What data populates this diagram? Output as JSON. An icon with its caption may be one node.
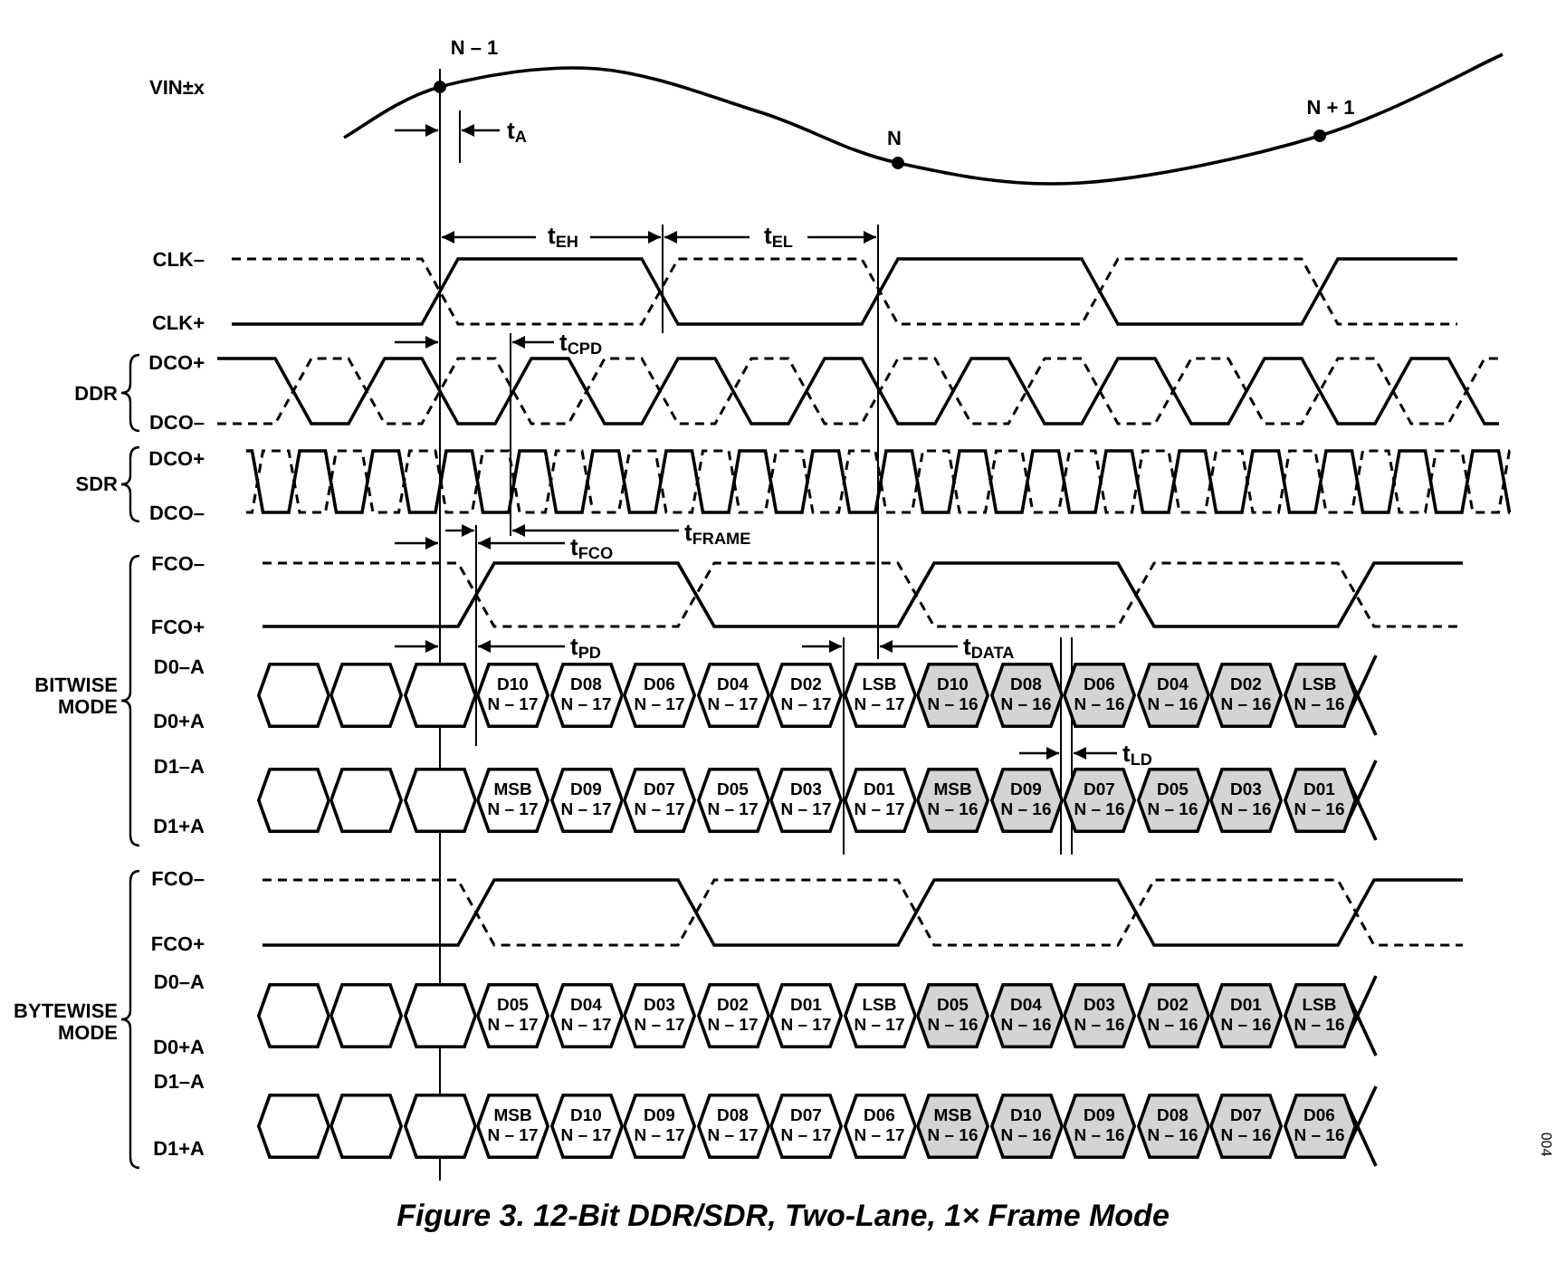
{
  "diagram": {
    "caption": "Figure 3. 12-Bit DDR/SDR, Two-Lane, 1× Frame Mode",
    "nodes": [
      {
        "text": [],
        "shape": "hexagon"
      },
      {
        "text": [],
        "shape": "hexagon"
      },
      {
        "text": [],
        "shape": "hexagon"
      },
      {
        "text": [
          "D10",
          "N – 17"
        ]
      },
      {
        "text": [
          "D08",
          "N – 17"
        ]
      },
      {
        "text": [
          "D06",
          "N – 17"
        ]
      },
      {
        "text": [
          "D04",
          "N – 17"
        ]
      },
      {
        "text": [
          "D02",
          "N – 17"
        ]
      },
      {
        "text": [
          "LSB",
          "N – 17"
        ]
      },
      {
        "text": [
          "D10",
          "N – 16"
        ]
      },
      {
        "text": [
          "D08",
          "N – 16"
        ]
      },
      {
        "text": [
          "D06",
          "N – 16"
        ]
      },
      {
        "text": [
          "D04",
          "N – 16"
        ]
      },
      {
        "text": [
          "D02",
          "N – 16"
        ]
      },
      {
        "text": [
          "LSB",
          "N – 16"
        ]
      },
      {
        "text": [],
        "shape": "hexagon"
      },
      {
        "text": [],
        "shape": "hexagon"
      },
      {
        "text": [],
        "shape": "hexagon"
      },
      {
        "text": [
          "MSB",
          "N – 17"
        ]
      },
      {
        "text": [
          "D09",
          "N – 17"
        ]
      },
      {
        "text": [
          "D07",
          "N – 17"
        ]
      },
      {
        "text": [
          "D05",
          "N – 17"
        ]
      },
      {
        "text": [
          "D03",
          "N – 17"
        ]
      },
      {
        "text": [
          "D01",
          "N – 17"
        ]
      },
      {
        "text": [
          "MSB",
          "N – 16"
        ]
      },
      {
        "text": [
          "D09",
          "N – 16"
        ]
      },
      {
        "text": [
          "D07",
          "N – 16"
        ]
      },
      {
        "text": [
          "D05",
          "N – 16"
        ]
      },
      {
        "text": [
          "D03",
          "N – 16"
        ]
      },
      {
        "text": [
          "D01",
          "N – 16"
        ]
      },
      {
        "text": [],
        "shape": "hexagon"
      },
      {
        "text": [],
        "shape": "hexagon"
      },
      {
        "text": [],
        "shape": "hexagon"
      },
      {
        "text": [
          "D05",
          "N – 17"
        ]
      },
      {
        "text": [
          "D04",
          "N – 17"
        ]
      },
      {
        "text": [
          "D03",
          "N – 17"
        ]
      },
      {
        "text": [
          "D02",
          "N – 17"
        ]
      },
      {
        "text": [
          "D01",
          "N – 17"
        ]
      },
      {
        "text": [
          "LSB",
          "N – 17"
        ]
      },
      {
        "text": [
          "D05",
          "N – 16"
        ]
      },
      {
        "text": [
          "D04",
          "N – 16"
        ]
      },
      {
        "text": [
          "D03",
          "N – 16"
        ]
      },
      {
        "text": [
          "D02",
          "N – 16"
        ]
      },
      {
        "text": [
          "D01",
          "N – 16"
        ]
      },
      {
        "text": [
          "LSB",
          "N – 16"
        ]
      },
      {
        "text": [],
        "shape": "hexagon"
      },
      {
        "text": [],
        "shape": "hexagon"
      },
      {
        "text": [],
        "shape": "hexagon"
      },
      {
        "text": [
          "MSB",
          "N – 17"
        ]
      },
      {
        "text": [
          "D10",
          "N – 17"
        ]
      },
      {
        "text": [
          "D09",
          "N – 17"
        ]
      },
      {
        "text": [
          "D08",
          "N – 17"
        ]
      },
      {
        "text": [
          "D07",
          "N – 17"
        ]
      },
      {
        "text": [
          "D06",
          "N – 17"
        ]
      },
      {
        "text": [
          "MSB",
          "N – 16"
        ]
      },
      {
        "text": [
          "D10",
          "N – 16"
        ]
      },
      {
        "text": [
          "D09",
          "N – 16"
        ]
      },
      {
        "text": [
          "D08",
          "N – 16"
        ]
      },
      {
        "text": [
          "D07",
          "N – 16"
        ]
      },
      {
        "text": [
          "D06",
          "N – 16"
        ]
      }
    ],
    "labels": [
      "N – 1",
      "VIN±x",
      "t$_{A}$",
      "N",
      "N + 1",
      "t$_{EH}$",
      "t$_{EL}$",
      "CLK–",
      "CLK+",
      "t$_{CPD}$",
      "DCO+",
      "DDR",
      "DCO–",
      "DCO+",
      "SDR",
      "DCO–",
      "t$_{FRAME}$",
      "t$_{FCO}$",
      "FCO–",
      "FCO+",
      "t$_{PD}$",
      "t$_{DATA}$",
      "D0–A",
      "BITWISE MODE",
      "D0+A",
      "t$_{LD}$",
      "D1–A",
      "D1+A",
      "FCO–",
      "FCO+",
      "D0–A",
      "BYTEWISE MODE",
      "D0+A",
      "D1–A",
      "D1+A",
      "004"
    ]
  }
}
